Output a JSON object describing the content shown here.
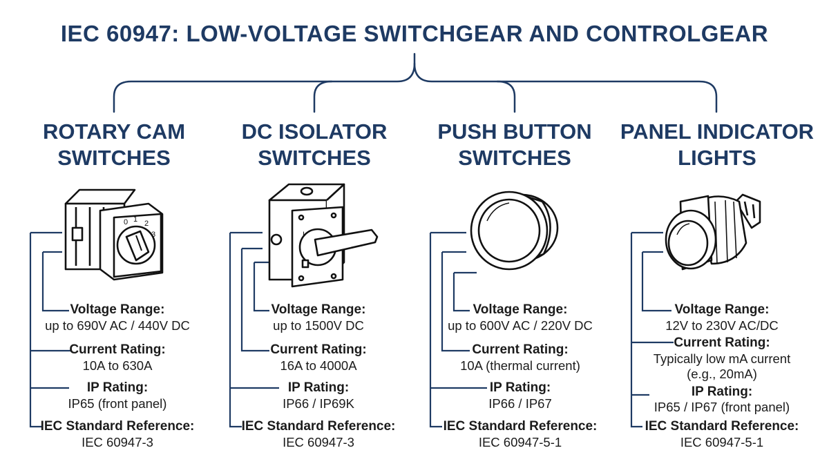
{
  "title": "IEC 60947: LOW-VOLTAGE SWITCHGEAR AND CONTROLGEAR",
  "colors": {
    "accent": "#1e3a63",
    "line": "#1e3a63",
    "text": "#1b1b1b"
  },
  "columns": [
    {
      "title_line1": "ROTARY CAM",
      "title_line2": "SWITCHES",
      "icon": "rotary-cam-switch-icon",
      "dial_marks": [
        "0",
        "1",
        "2",
        "3"
      ],
      "specs": [
        {
          "label": "Voltage Range:",
          "value": "up to 690V AC / 440V DC"
        },
        {
          "label": "Current Rating:",
          "value": "10A to 630A"
        },
        {
          "label": "IP Rating:",
          "value": "IP65 (front panel)"
        },
        {
          "label": "IEC Standard Reference:",
          "value": "IEC 60947-3"
        }
      ]
    },
    {
      "title_line1": "DC ISOLATOR",
      "title_line2": "SWITCHES",
      "icon": "dc-isolator-switch-icon",
      "dial_marks": [
        "I"
      ],
      "specs": [
        {
          "label": "Voltage Range:",
          "value": "up to 1500V DC"
        },
        {
          "label": "Current Rating:",
          "value": "16A to 4000A"
        },
        {
          "label": "IP Rating:",
          "value": "IP66 / IP69K"
        },
        {
          "label": "IEC Standard Reference:",
          "value": "IEC 60947-3"
        }
      ]
    },
    {
      "title_line1": "PUSH BUTTON",
      "title_line2": "SWITCHES",
      "icon": "push-button-switch-icon",
      "specs": [
        {
          "label": "Voltage Range:",
          "value": "up to 600V AC / 220V DC"
        },
        {
          "label": "Current Rating:",
          "value": "10A (thermal current)"
        },
        {
          "label": "IP Rating:",
          "value": "IP66 / IP67"
        },
        {
          "label": "IEC Standard Reference:",
          "value": "IEC 60947-5-1"
        }
      ]
    },
    {
      "title_line1": "PANEL INDICATOR",
      "title_line2": "LIGHTS",
      "icon": "panel-indicator-light-icon",
      "specs": [
        {
          "label": "Voltage Range:",
          "value": "12V to 230V AC/DC"
        },
        {
          "label": "Current Rating:",
          "value": "Typically low mA current",
          "value2": "(e.g., 20mA)"
        },
        {
          "label": "IP Rating:",
          "value": "IP65 / IP67 (front panel)"
        },
        {
          "label": "IEC Standard Reference:",
          "value": "IEC 60947-5-1"
        }
      ]
    }
  ]
}
